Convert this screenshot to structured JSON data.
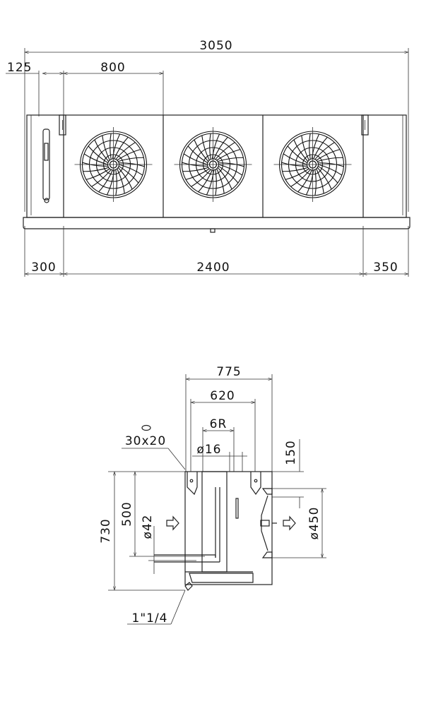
{
  "front_view": {
    "overall_length": "3050",
    "side_offset": "125",
    "fan_pitch": "800",
    "left_overhang": "300",
    "fan_section_length": "2400",
    "right_overhang": "350",
    "fan_count": 3
  },
  "side_view": {
    "total_depth": "775",
    "inner_depth": "620",
    "radius": "6R",
    "tube_diameter": "ø16",
    "hanger_slot": "30x20",
    "fan_offset": "150",
    "total_height": "730",
    "inner_height": "500",
    "pipe_diameter": "ø42",
    "fan_diameter": "ø450",
    "drain_size": "1\"1/4"
  }
}
